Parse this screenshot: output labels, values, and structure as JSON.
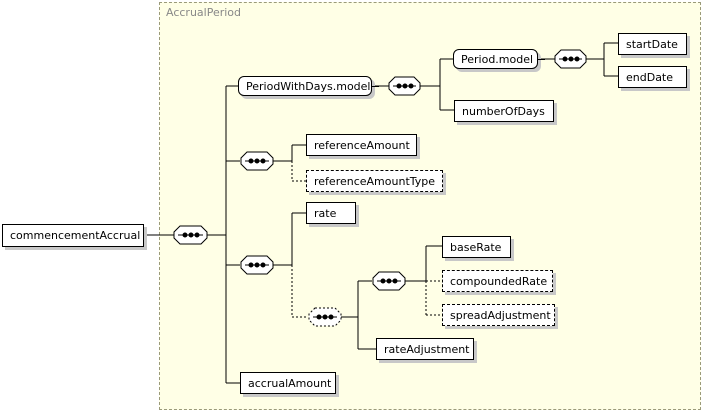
{
  "diagram": {
    "group_title": "AccrualPeriod",
    "root": "commencementAccrual",
    "nodes": {
      "period_with_days": "PeriodWithDays.model",
      "period_model": "Period.model",
      "start_date": "startDate",
      "end_date": "endDate",
      "number_of_days": "numberOfDays",
      "reference_amount": "referenceAmount",
      "reference_amount_type": "referenceAmountType",
      "rate": "rate",
      "base_rate": "baseRate",
      "compounded_rate": "compoundedRate",
      "spread_adjustment": "spreadAdjustment",
      "rate_adjustment": "rateAdjustment",
      "accrual_amount": "accrualAmount"
    },
    "optional_nodes": [
      "referenceAmountType",
      "compoundedRate",
      "spreadAdjustment"
    ],
    "colors": {
      "group_background": "#ffffe6",
      "group_border": "#9a9a7a",
      "node_border": "#000000",
      "shadow": "#c8c8c8"
    }
  }
}
